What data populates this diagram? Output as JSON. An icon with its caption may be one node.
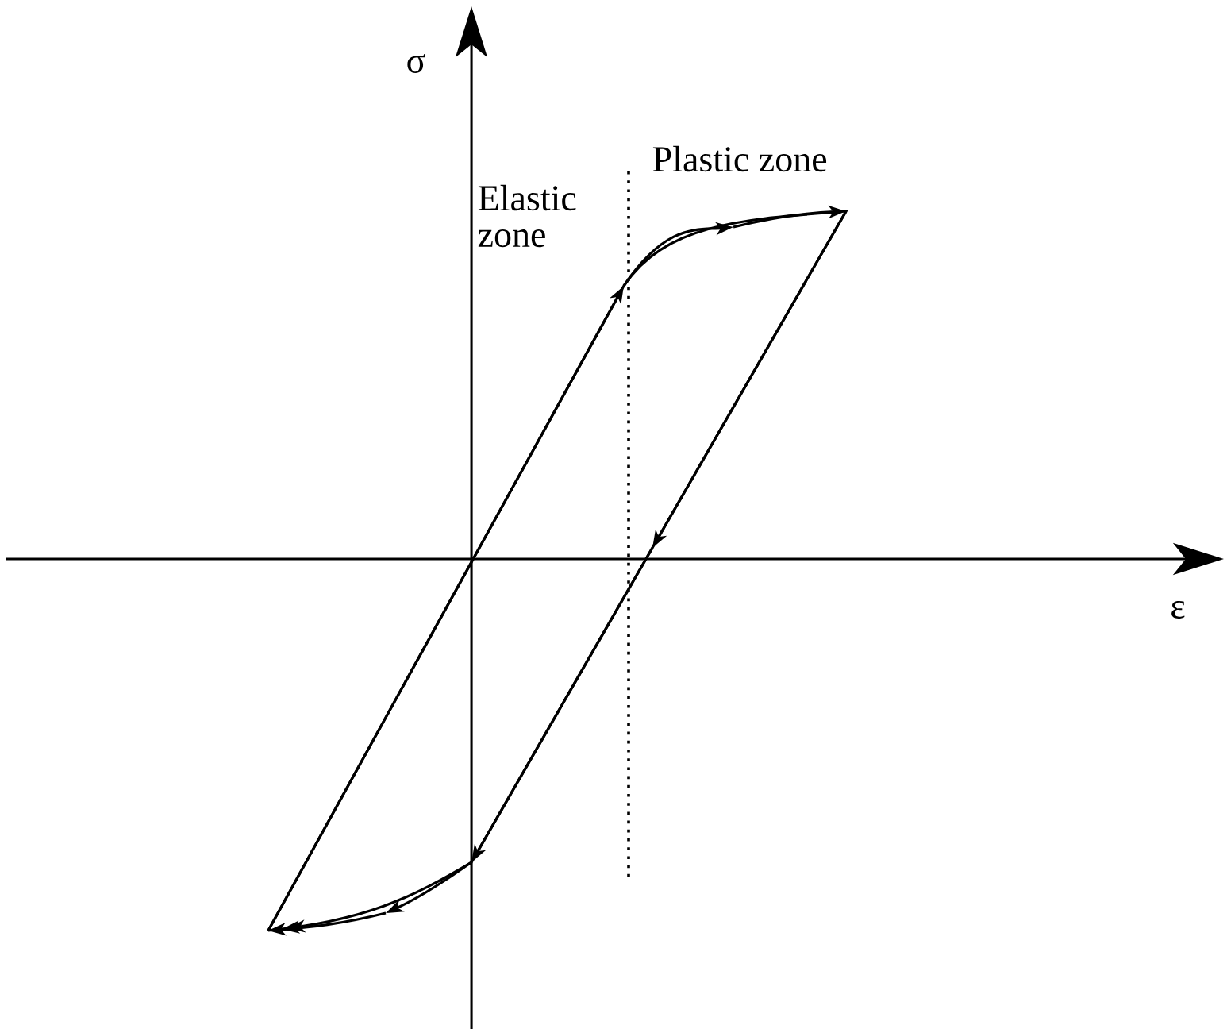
{
  "diagram": {
    "labels": [
      "σ",
      "Elastic zone",
      "Plastic zone",
      "ε"
    ]
  }
}
